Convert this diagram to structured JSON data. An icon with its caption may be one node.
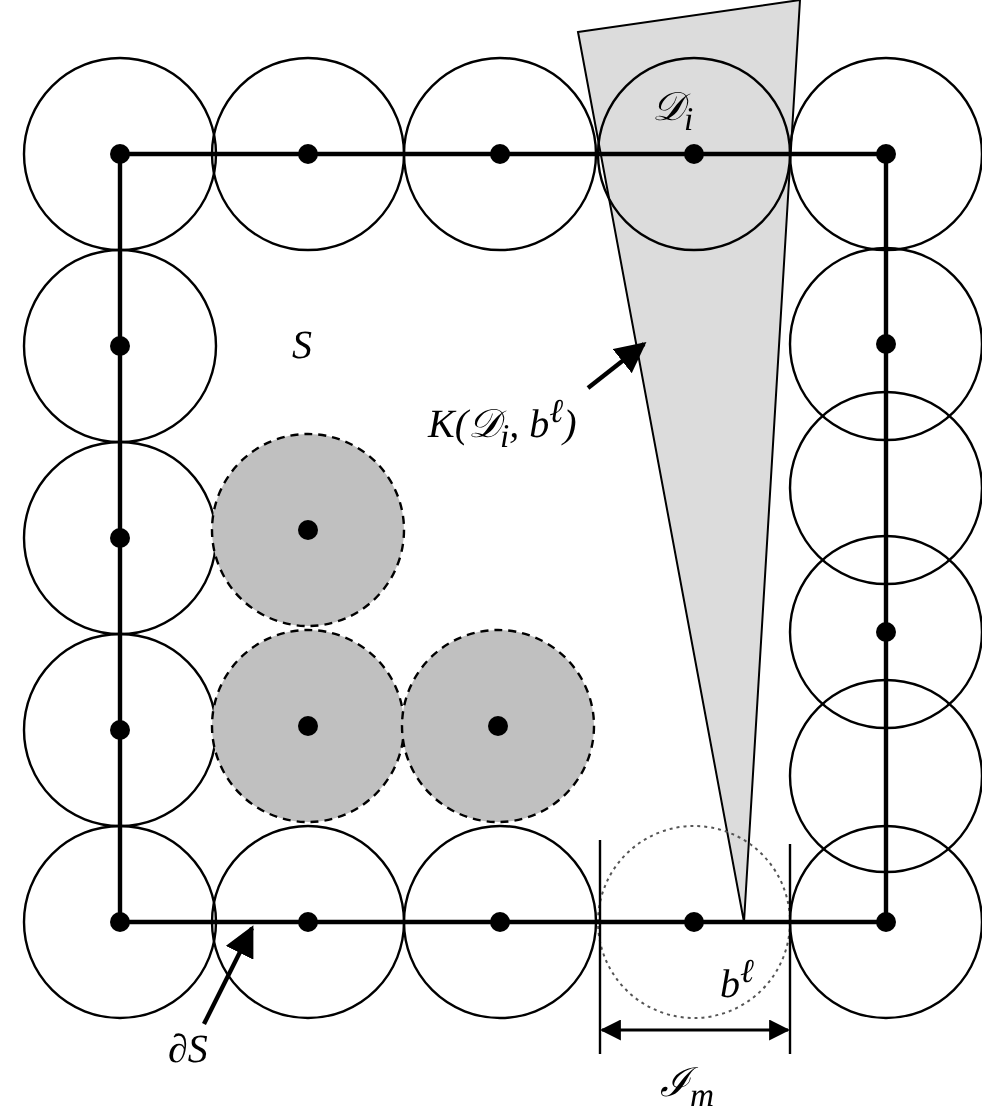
{
  "diagram": {
    "nodes": [
      {
        "text": [
          "K(𝒟$_{i}$, b$^{ℓ}$)"
        ]
      },
      {
        "text": [],
        "shape": "triangle"
      },
      {
        "text": [
          "∂S"
        ]
      }
    ],
    "edges": [
      {
        "from": 0,
        "to": 1,
        "arrow": "to"
      },
      {
        "from": 2,
        "to": null,
        "arrow": "to"
      }
    ],
    "labels": [
      "𝒟$_{i}$",
      "S",
      "b$^{ℓ}$",
      "ℐ$_{m}$"
    ]
  }
}
